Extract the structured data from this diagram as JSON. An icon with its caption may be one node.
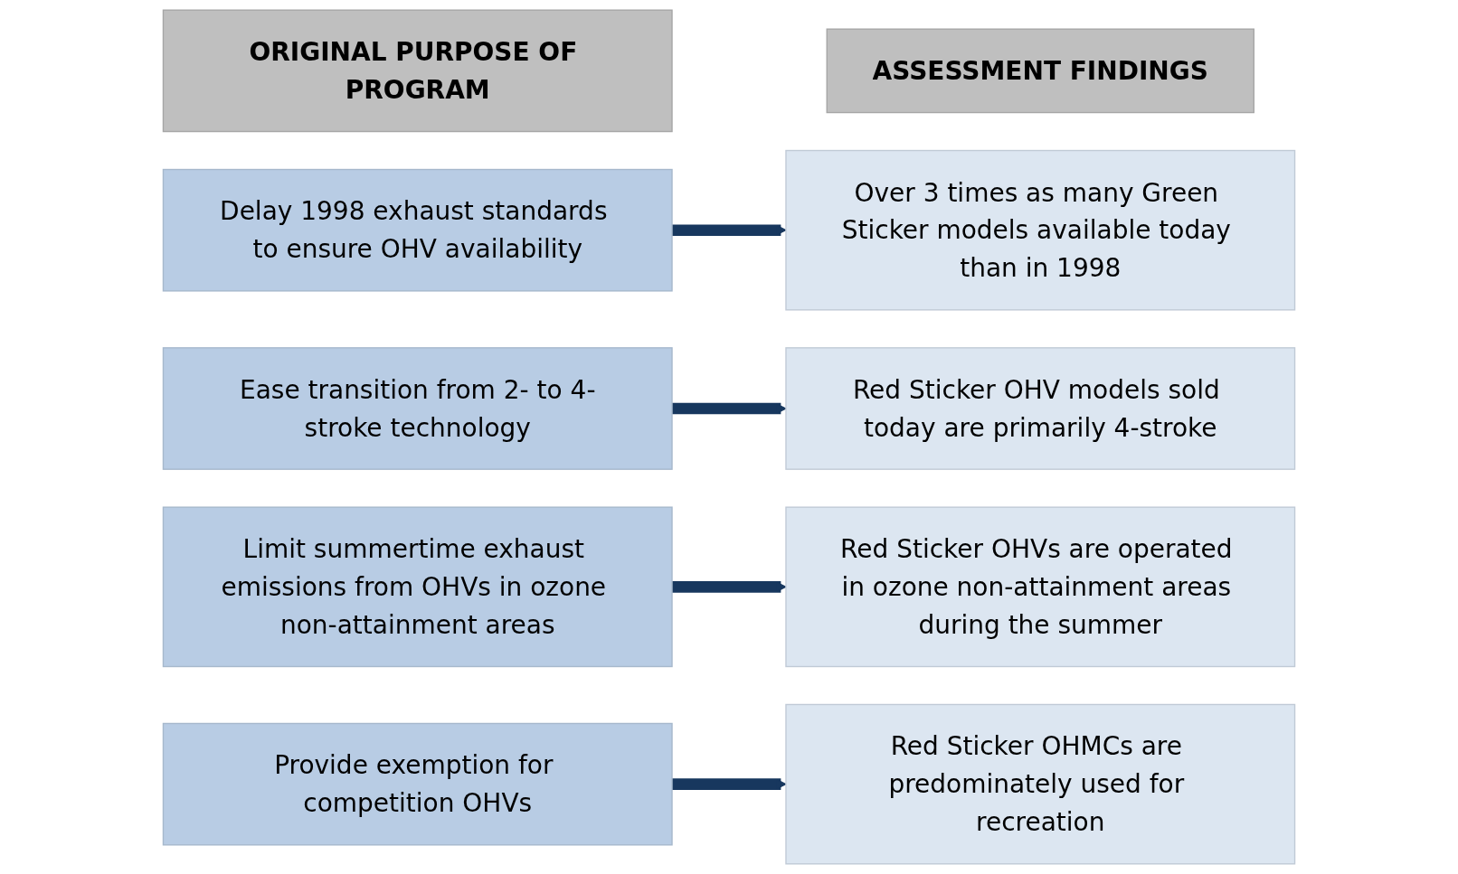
{
  "diagram": {
    "nodes": [
      {
        "text": [
          "ORIGINAL PURPOSE OF PROGRAM"
        ]
      },
      {
        "text": [
          "ASSESSMENT FINDINGS"
        ]
      },
      {
        "text": [
          "Delay 1998 exhaust standards to ensure OHV availability"
        ]
      },
      {
        "text": [
          "Over 3 times as many Green Sticker models available today than in 1998"
        ]
      },
      {
        "text": [
          "Ease transition from 2- to 4-stroke technology"
        ]
      },
      {
        "text": [
          "Red Sticker OHV models sold today are primarily 4-stroke"
        ]
      },
      {
        "text": [
          "Limit summertime exhaust emissions from OHVs in ozone non-attainment areas"
        ]
      },
      {
        "text": [
          "Red Sticker OHVs are operated in ozone non-attainment areas during the summer"
        ]
      },
      {
        "text": [
          "Provide exemption for competition OHVs"
        ]
      },
      {
        "text": [
          "Red Sticker OHMCs are predominately used for recreation"
        ]
      }
    ],
    "edges": [
      {
        "from": 2,
        "to": 3,
        "arrow": "to"
      },
      {
        "from": 4,
        "to": 5,
        "arrow": "to"
      },
      {
        "from": 6,
        "to": 7,
        "arrow": "to"
      },
      {
        "from": 8,
        "to": 9,
        "arrow": "to"
      }
    ]
  }
}
